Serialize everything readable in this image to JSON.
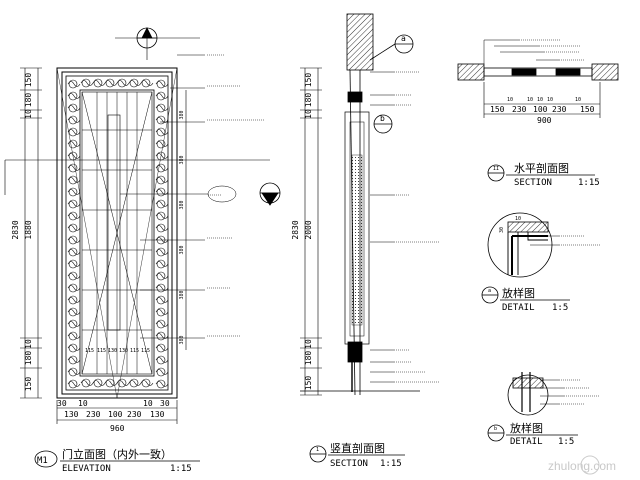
{
  "elevation": {
    "dims_left": [
      "150",
      "180",
      "10",
      "2830",
      "1880",
      "10",
      "180",
      "150"
    ],
    "dims_bottom_top": [
      "30",
      "10",
      "10",
      "30"
    ],
    "dims_bottom_mid": [
      "130",
      "230",
      "100",
      "230",
      "130"
    ],
    "total_width": "960",
    "panel_dims": [
      "115",
      "115",
      "130",
      "130",
      "115",
      "115"
    ],
    "right_dims": [
      "380",
      "380",
      "380",
      "380",
      "380",
      "380"
    ],
    "mark_m1": "M1",
    "title_cn": "门立面图（内外一致）",
    "title_en": "ELEVATION",
    "scale": "1:15"
  },
  "section_side": {
    "dims_left": [
      "150",
      "180",
      "10",
      "2830",
      "2000",
      "10",
      "180",
      "150"
    ],
    "bubble_a": "a",
    "bubble_b": "b",
    "mark": "1",
    "title_cn": "竖直剖面图",
    "title_en": "SECTION",
    "scale": "1:15"
  },
  "section_plan": {
    "dims_top": [
      "10",
      "10",
      "10",
      "10",
      "10"
    ],
    "dims_bottom": [
      "150",
      "230",
      "100",
      "230",
      "150"
    ],
    "total_width": "900",
    "mark": "II",
    "title_cn": "水平剖面图",
    "title_en": "SECTION",
    "scale": "1:15"
  },
  "detail_a": {
    "dim_v": "30",
    "dim_h": "10",
    "mark": "a",
    "title_cn": "放样图",
    "title_en": "DETAIL",
    "scale": "1:5"
  },
  "detail_b": {
    "mark": "b",
    "title_cn": "放样图",
    "title_en": "DETAIL",
    "scale": "1:5"
  },
  "watermark": "zhulong.com"
}
